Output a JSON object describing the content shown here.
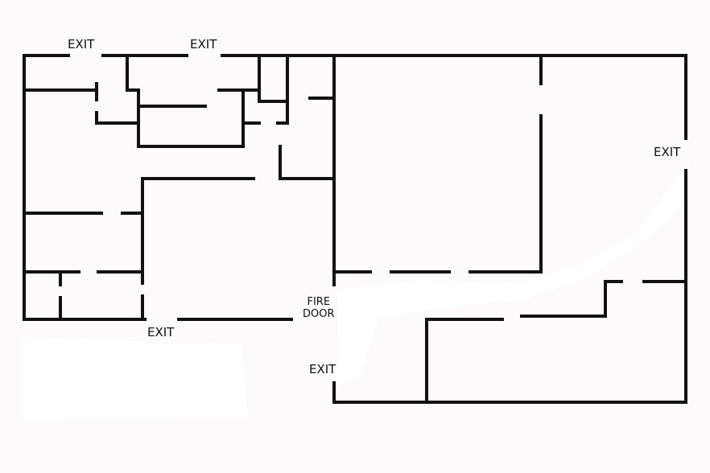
{
  "floor_plan": {
    "labels": {
      "exit_top_left": "EXIT",
      "exit_top_center": "EXIT",
      "exit_right": "EXIT",
      "exit_bottom_left": "EXIT",
      "exit_bottom_center": "EXIT",
      "fire_door_line1": "FIRE",
      "fire_door_line2": "DOOR"
    },
    "colors": {
      "wall": "#111111",
      "background": "#fcfafa",
      "highlight_path": "#ffffff"
    }
  }
}
